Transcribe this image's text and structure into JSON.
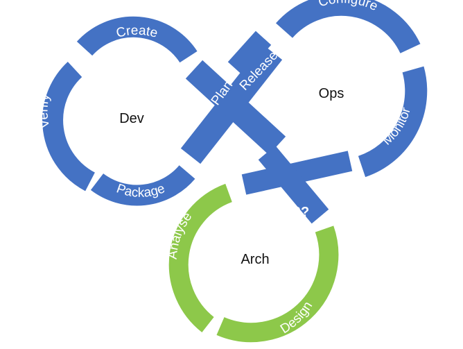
{
  "colors": {
    "devops_blue": "#4472c4",
    "arch_green": "#8dc84a",
    "background": "#ffffff"
  },
  "loops": {
    "dev": {
      "label": "Dev"
    },
    "ops": {
      "label": "Ops"
    },
    "arch": {
      "label": "Arch"
    }
  },
  "segments": {
    "create": "Create",
    "verify": "Verify",
    "package": "Package",
    "plan": "Plan",
    "release": "Release",
    "configure": "Configure",
    "monitor": "Monitor",
    "analyse": "Analyse",
    "design": "Design"
  },
  "connector_marker": "??"
}
